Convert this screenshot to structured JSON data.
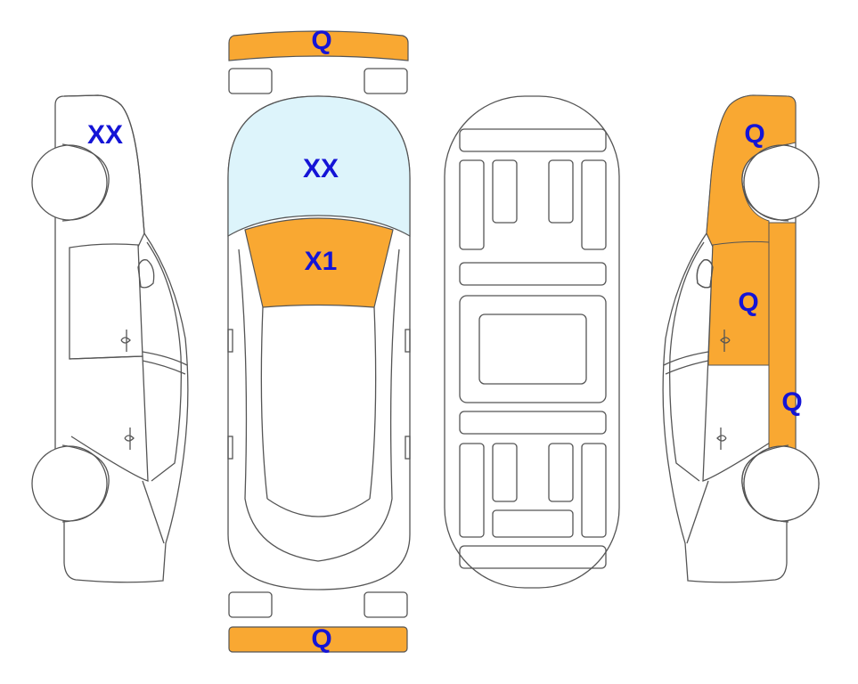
{
  "colors": {
    "damage_orange": "#F9A832",
    "damage_blue": "#DDF4FB",
    "label_blue": "#1414D6",
    "outline": "#555555"
  },
  "labels": {
    "front_bumper": "Q",
    "left_front_fender": "XX",
    "windshield": "XX",
    "hood": "X1",
    "right_front_fender": "Q",
    "right_front_door": "Q",
    "right_rocker_panel": "Q",
    "rear_bumper": "Q"
  }
}
